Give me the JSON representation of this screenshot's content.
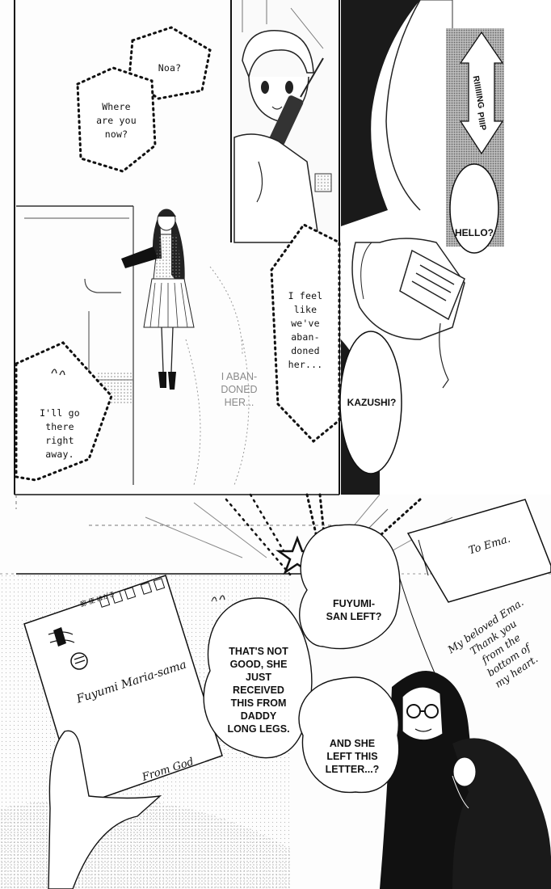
{
  "panel_top_left": {
    "bubble_noa": "Noa?",
    "bubble_where": "Where\nare you\nnow?",
    "bubble_go": "I'll go\nthere\nright\naway."
  },
  "panel_top_middle": {
    "bubble_feel": "I feel\nlike\nwe've\naban-\ndoned\nher...",
    "thought_abandoned": "I ABAN-\nDONED\nHER..."
  },
  "panel_top_right": {
    "sfx_ring": "RIIIIIING",
    "sfx_piip": "PIIIP",
    "bubble_hello": "HELLO?",
    "bubble_kazushi": "KAZUSHI?"
  },
  "panel_bottom": {
    "bubble_left": "FUYUMI-\nSAN LEFT?",
    "bubble_notgood": "THAT'S NOT\nGOOD, SHE\nJUST\nRECEIVED\nTHIS FROM\nDADDY\nLONG LEGS.",
    "bubble_letter": "AND SHE\nLEFT THIS\nLETTER...?",
    "postcard_address": "Fuyumi Maria-sama",
    "postcard_from": "From God",
    "postcard_kanji": "郵 便 はがき",
    "letter_to": "To Ema.",
    "letter_body": "My beloved Ema.\nThank you\nfrom the\nbottom of\nmy heart."
  }
}
